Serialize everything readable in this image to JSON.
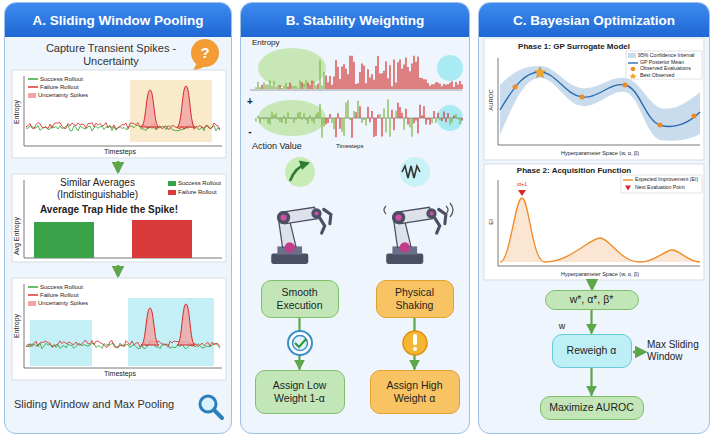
{
  "diagram": {
    "nodes": [
      {
        "text": [
          "A. Sliding Window Pooling"
        ]
      },
      {
        "text": [
          "B. Stability Weighting"
        ]
      },
      {
        "text": [
          "C. Bayesian Optimization"
        ]
      },
      {
        "text": [
          "Smooth Execution"
        ],
        "in": 1
      },
      {
        "text": [
          "Physical Shaking"
        ],
        "in": 1
      },
      {
        "text": [
          "Assign Low Weight 1-α"
        ],
        "in": 1
      },
      {
        "text": [
          "Assign High Weight α"
        ],
        "in": 1
      },
      {
        "text": [
          "w*, α*, β*"
        ],
        "in": 2
      },
      {
        "text": [
          "Reweigh α"
        ],
        "in": 2
      },
      {
        "text": [
          "Maximize AUROC"
        ],
        "in": 2
      }
    ],
    "edges": [
      {
        "from": 3,
        "to": 5,
        "arrow": "to"
      },
      {
        "from": 4,
        "to": 6,
        "arrow": "to"
      },
      {
        "from": 7,
        "to": 8,
        "arrow": "to"
      },
      {
        "from": 8,
        "to": 9,
        "arrow": "to"
      }
    ],
    "labels": [
      "?",
      "Capture Transient Spikes - Uncertainty",
      "Entropy",
      "Timesteps",
      "Similar Averages (Indistinguishable)",
      "Average Trap Hide the Spike!",
      "Avg Entropy",
      "Entropy",
      "Timesteps",
      "Sliding Window and Max Pooling",
      "Entropy",
      "+",
      "-",
      "Action Value",
      "Timesteps",
      "Phase 1: GP Surrogate Model",
      "AUROC",
      "Hyperparameter Space (w, α, β)",
      "Phase 2: Acquisition Function",
      "EI",
      "Hyperparameter Space (w, α, β)",
      "αt+1",
      "w",
      "Max Sliding Window"
    ],
    "legend": [
      {
        "text": "Success Rollout"
      },
      {
        "text": "Failure Rollout"
      },
      {
        "text": "Uncertainty Spikes",
        "color": "#f2a3a3"
      },
      {
        "text": "Success Rollout",
        "color": "#3aa34a"
      },
      {
        "text": "Failure Rollout",
        "color": "#d93a3a"
      },
      {
        "text": "Success Rollout"
      },
      {
        "text": "Failure Rollout"
      },
      {
        "text": "Uncertainty Spikes",
        "color": "#f2a3a3"
      },
      {
        "text": "95% Confidence Interval",
        "color": "#c9dcee"
      },
      {
        "text": "GP Posterior Mean"
      },
      {
        "text": "Observed Evaluations"
      },
      {
        "text": "Best Observed"
      },
      {
        "text": "Expected Improvement (EI)"
      },
      {
        "text": "Next Evaluation Point"
      }
    ]
  }
}
